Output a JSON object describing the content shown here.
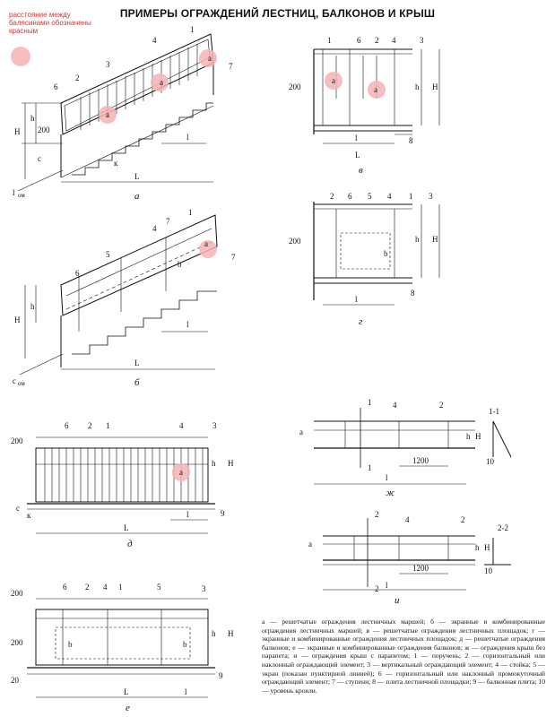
{
  "title": "ПРИМЕРЫ ОГРАЖДЕНИЙ ЛЕСТНИЦ, БАЛКОНОВ И КРЫШ",
  "note": "расстояние между балясинами обозначены красным",
  "highlight_color": "#f5b3b3",
  "figure_letters": {
    "a": "а",
    "b": "б",
    "v": "в",
    "g": "г",
    "d": "д",
    "e": "е",
    "zh": "ж",
    "i": "и"
  },
  "dims": {
    "h": "h",
    "H": "H",
    "c": "c",
    "k": "к",
    "l": "l",
    "L": "L",
    "a": "a",
    "b": "b",
    "d200": "200",
    "d20": "20",
    "d1200": "1200",
    "l_om": "l",
    "om": "ом",
    "c_om": "c"
  },
  "section_marks": {
    "one": "1",
    "two": "2",
    "s11": "1-1",
    "s22": "2-2"
  },
  "numbers": [
    "1",
    "2",
    "3",
    "4",
    "5",
    "6",
    "7",
    "8",
    "9",
    "10"
  ],
  "legend": "а — решетчатые ограждения лестничных маршей; б — экранные и комбинированные ограждения лестничных маршей; в — решетчатые ограждения лестничных площадок; г — экранные и комбинированные ограждения лестничных площадок; д — решетчатые ограждения балконов; е — экранные и комбинированные ограждения балконов; ж — ограждения крыш без парапета; и — ограждения крыш с парапетом; 1 — поручень; 2 — горизонтальный или наклонный ограждающий элемент; 3 — вертикальный ограждающий элемент; 4 — стойка; 5 — экран (показан пунктирной линией); 6 — горизонтальный или наклонный промежуточный ограждающий элемент; 7 — ступени; 8 — плита лестничной площадки; 9 — балконная плита; 10 — уровень кровли."
}
